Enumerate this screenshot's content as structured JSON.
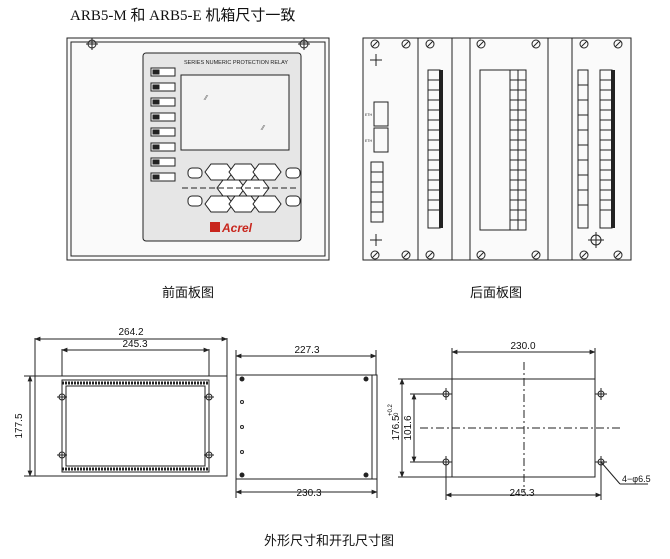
{
  "title": "ARB5-M 和 ARB5-E 机箱尺寸一致",
  "captions": {
    "front": "前面板图",
    "rear": "后面板图",
    "bottom": "外形尺寸和开孔尺寸图"
  },
  "front_panel": {
    "series_text": "SERIES NUMERIC PROTECTION RELAY",
    "brand": "Acrel"
  },
  "dimensions": {
    "outer_width": "264.2",
    "inner_width": "245.3",
    "height": "177.5",
    "side_top": "227.3",
    "side_bottom": "230.3",
    "cut_width": "230.0",
    "cut_height": "176.5",
    "cut_tol": "+0.2",
    "cut_tol_low": "0",
    "mid_height": "101.6",
    "bottom_width": "245.3",
    "hole": "4−φ6.5"
  },
  "colors": {
    "line": "#222222",
    "panel": "#e6e6e6",
    "brand_red": "#c8261d"
  }
}
